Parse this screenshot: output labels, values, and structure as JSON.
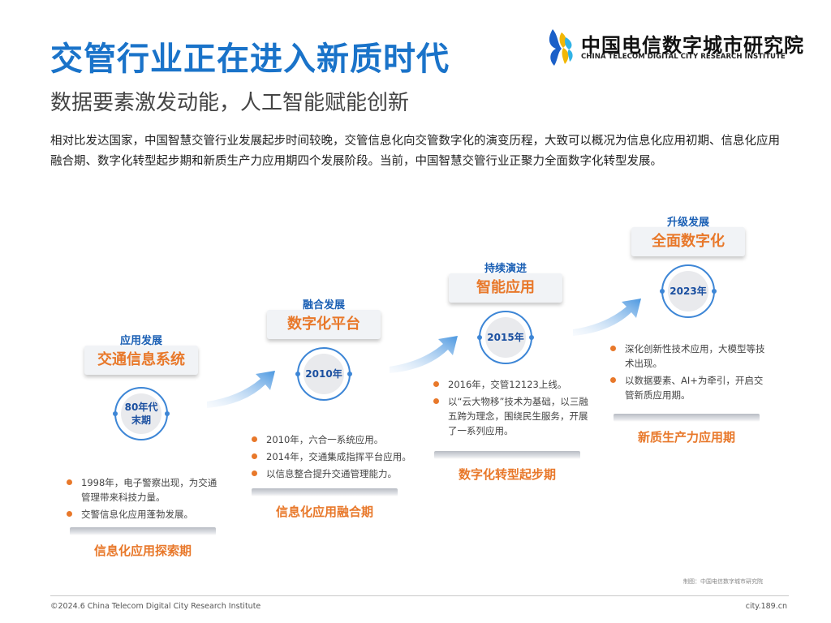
{
  "header": {
    "title": "交管行业正在进入新质时代",
    "subtitle": "数据要素激发动能，人工智能赋能创新"
  },
  "logo": {
    "name_cn": "中国电信数字城市研究院",
    "name_en": "CHINA TELECOM DIGITAL CITY RESEARCH INSTITUTE",
    "icon": "china-telecom-logo"
  },
  "intro": "相对比发达国家，中国智慧交管行业发展起步时间较晚，交管信息化向交管数字化的演变历程，大致可以概况为信息化应用初期、信息化应用融合期、数字化转型起步期和新质生产力应用期四个发展阶段。当前，中国智慧交管行业正聚力全面数字化转型发展。",
  "stages": [
    {
      "label": "应用发展",
      "name": "交通信息系统",
      "year": "80年代末期",
      "year_lines": [
        "80年代",
        "末期"
      ],
      "bullets": [
        "1998年，电子警察出现，为交通管理带来科技力量。",
        "交警信息化应用蓬勃发展。"
      ],
      "period": "信息化应用探索期"
    },
    {
      "label": "融合发展",
      "name": "数字化平台",
      "year": "2010年",
      "bullets": [
        "2010年，六合一系统应用。",
        "2014年，交通集成指挥平台应用。",
        "以信息整合提升交通管理能力。"
      ],
      "period": "信息化应用融合期"
    },
    {
      "label": "持续演进",
      "name": "智能应用",
      "year": "2015年",
      "bullets": [
        "2016年，交管12123上线。",
        "以“云大物移”技术为基础，以三融五跨为理念，围绕民生服务，开展了一系列应用。"
      ],
      "period": "数字化转型起步期"
    },
    {
      "label": "升级发展",
      "name": "全面数字化",
      "year": "2023年",
      "bullets": [
        "深化创新性技术应用，大模型等技术出现。",
        "以数据要素、AI+为牵引，开启交管新质应用期。"
      ],
      "period": "新质生产力应用期"
    }
  ],
  "source": "制图：中国电信数字城市研究院",
  "footer": {
    "copyright": "©2024.6 China Telecom Digital City Research Institute",
    "url": "city.189.cn"
  },
  "colors": {
    "title_blue": "#1a73c9",
    "accent_orange": "#e8782a",
    "stage_label_blue": "#1a5fb4",
    "circle_border": "#3d86d6"
  }
}
